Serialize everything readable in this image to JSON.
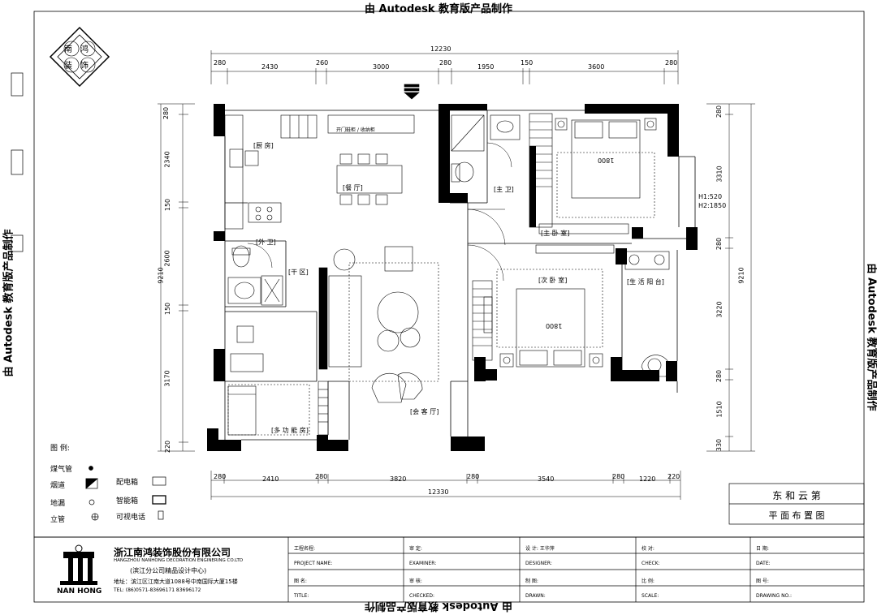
{
  "watermark": "由 Autodesk 教育版产品制作",
  "logo_chars": [
    "南",
    "鸿",
    "装",
    "饰"
  ],
  "dims": {
    "top_total": "12230",
    "top_segments": [
      "280",
      "2430",
      "260",
      "3000",
      "280",
      "1950",
      "150",
      "3600",
      "280"
    ],
    "bottom_total": "12330",
    "bottom_segments": [
      "280",
      "2410",
      "280",
      "3820",
      "280",
      "3540",
      "280",
      "1220",
      "220"
    ],
    "left_total": "9210",
    "left_segments": [
      "280",
      "2340",
      "150",
      "2600",
      "150",
      "3170",
      "220"
    ],
    "right_total": "9210",
    "right_segments": [
      "280",
      "3310",
      "280",
      "3220",
      "280",
      "1510",
      "330"
    ],
    "window_h1": "H1:520",
    "window_h2": "H2:1850"
  },
  "rooms": {
    "kitchen": "[厨 房]",
    "dining": "[餐 厅]",
    "master_bath": "[主 卫]",
    "master_bed": "[主 卧 室]",
    "guest_bath": "[外 卫]",
    "dry_zone": "[干 区]",
    "second_bed": "[次 卧 室]",
    "balcony": "[生 活 阳 台]",
    "living": "[会 客 厅]",
    "multi": "[多 功 能 房]"
  },
  "annotations": {
    "shoe_cabinet": "开门鞋柜 / 收纳柜",
    "bed_master": "1800",
    "bed_second": "1800"
  },
  "legend": {
    "title": "图 例:",
    "gas": "煤气管",
    "flue": "烟道",
    "drain": "地漏",
    "riser": "立管",
    "power_box": "配电箱",
    "smart_box": "智能箱",
    "video_phone": "可视电话"
  },
  "project": {
    "name": "东 和 云 第",
    "drawing": "平 面 布 置 图"
  },
  "company": {
    "name_cn": "浙江南鸿装饰股份有限公司",
    "name_en": "HANGZHOU NANHONG DECORATION ENGINERING CO.LTD",
    "branch": "(滨江分公司精品设计中心)",
    "address": "地址：滨江区江南大道1088号中南国际大厦15楼",
    "tel": "TEL: (86)0571-83696171  83696172",
    "logo_text": "NAN HONG"
  },
  "titleblock": {
    "col1": [
      "工程名程:",
      "PROJECT NAME:",
      "图  名:",
      "TITLE:"
    ],
    "col2": [
      "审    定:",
      "EXAMINER:",
      "审    核:",
      "CHECKED:"
    ],
    "col3": [
      "设  计: 王华萍",
      "DESIGNER:",
      "制    图:",
      "DRAWN:"
    ],
    "col4": [
      "校    对:",
      "CHECK:",
      "比    例:",
      "SCALE:"
    ],
    "col5": [
      "日  期:",
      "DATE:",
      "图  号:",
      "DRAWING NO.:"
    ]
  }
}
